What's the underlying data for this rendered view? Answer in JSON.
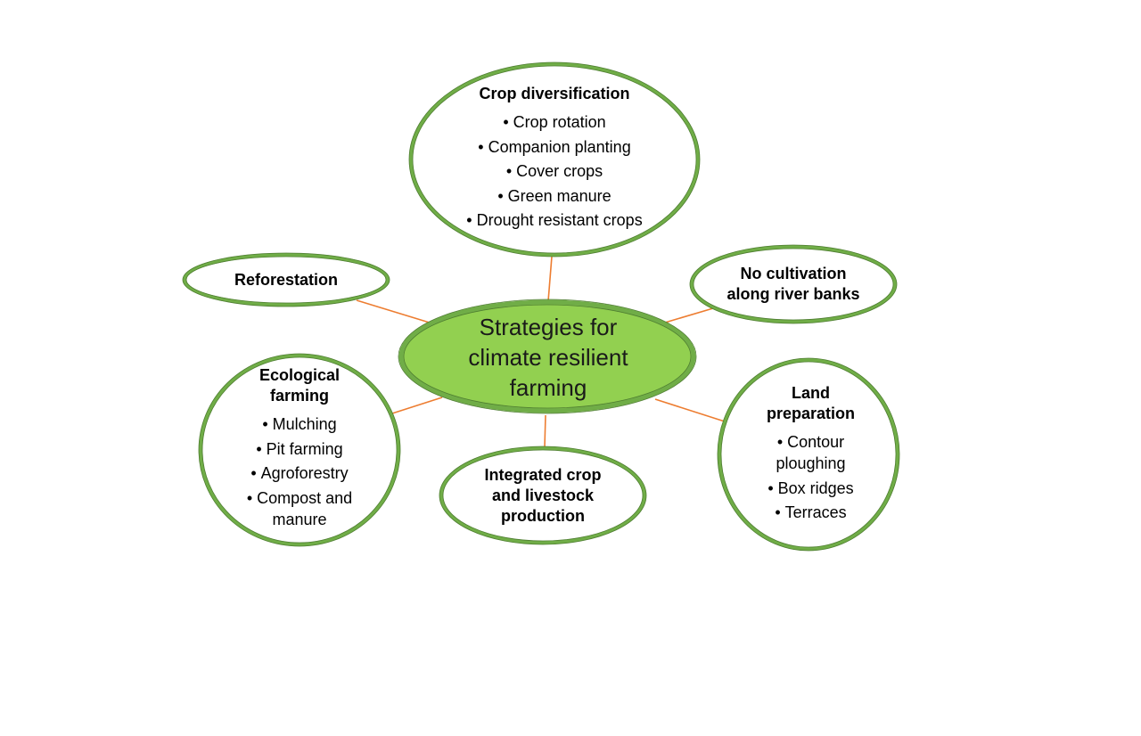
{
  "center": {
    "label_lines": [
      "Strategies for",
      "climate resilient",
      "farming"
    ]
  },
  "nodes": {
    "crop_diversification": {
      "title": "Crop diversification",
      "items": [
        "Crop rotation",
        "Companion planting",
        "Cover crops",
        "Green manure",
        "Drought resistant crops"
      ]
    },
    "reforestation": {
      "title": "Reforestation"
    },
    "no_cultivation": {
      "title_lines": [
        "No cultivation",
        "along river banks"
      ]
    },
    "ecological_farming": {
      "title_lines": [
        "Ecological",
        "farming"
      ],
      "items": [
        "Mulching",
        "Pit farming",
        "Agroforestry",
        "Compost and\nmanure"
      ]
    },
    "integrated": {
      "title_lines": [
        "Integrated crop",
        "and livestock",
        "production"
      ]
    },
    "land_preparation": {
      "title_lines": [
        "Land",
        "preparation"
      ],
      "items": [
        "Contour\nploughing",
        "Box ridges",
        "Terraces"
      ]
    }
  },
  "colors": {
    "center_fill": "#92D050",
    "node_border": "#70AD47",
    "connector": "#ED7D31",
    "node_fill": "#FFFFFF"
  }
}
